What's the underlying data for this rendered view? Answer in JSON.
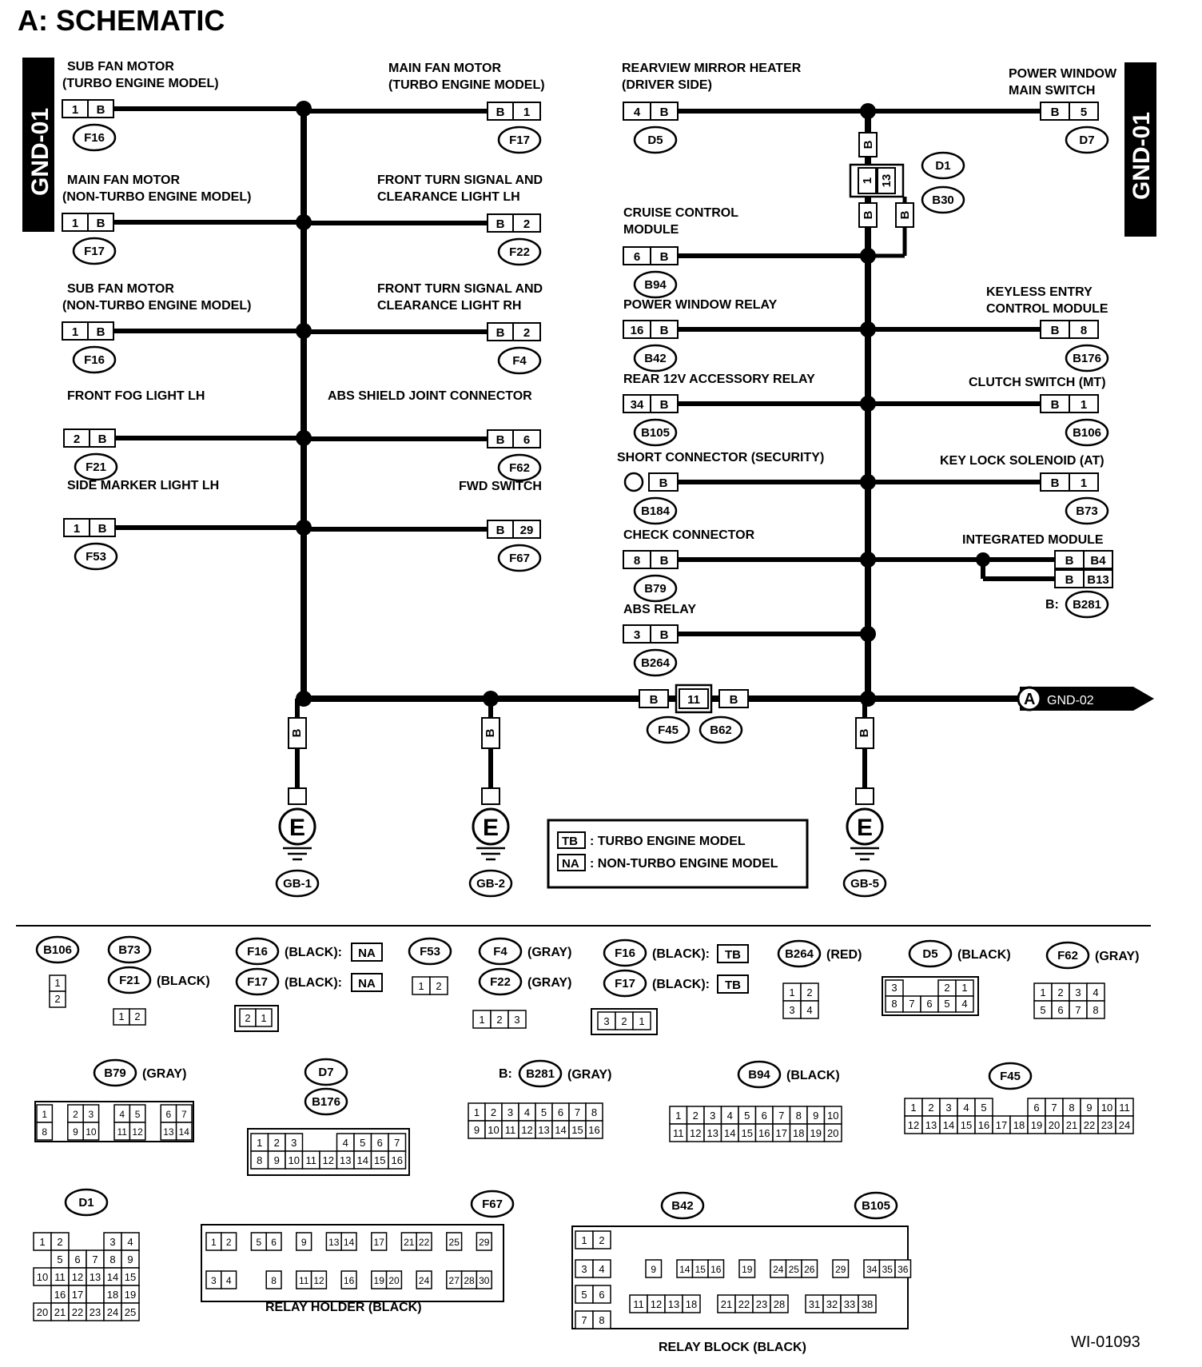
{
  "title": "A:  SCHEMATIC",
  "ground_label_side": "GND-01",
  "gnd02_letter": "A",
  "gnd02_label": "GND-02",
  "wire_color_code": "B",
  "left_side": [
    {
      "label1": "SUB FAN MOTOR",
      "label2": "(TURBO ENGINE MODEL)",
      "pin": "1",
      "conn": "F16"
    },
    {
      "label1": "MAIN FAN MOTOR",
      "label2": "(NON-TURBO ENGINE MODEL)",
      "pin": "1",
      "conn": "F17"
    },
    {
      "label1": "SUB FAN MOTOR",
      "label2": "(NON-TURBO ENGINE MODEL)",
      "pin": "1",
      "conn": "F16"
    },
    {
      "label1": "FRONT FOG LIGHT LH",
      "label2": "",
      "pin": "2",
      "conn": "F21"
    },
    {
      "label1": "SIDE MARKER LIGHT LH",
      "label2": "",
      "pin": "1",
      "conn": "F53"
    }
  ],
  "mid_right": [
    {
      "label1": "MAIN FAN MOTOR",
      "label2": "(TURBO ENGINE MODEL)",
      "pin": "1",
      "conn": "F17"
    },
    {
      "label1": "FRONT TURN SIGNAL AND",
      "label2": "CLEARANCE LIGHT LH",
      "pin": "2",
      "conn": "F22"
    },
    {
      "label1": "FRONT TURN SIGNAL AND",
      "label2": "CLEARANCE LIGHT RH",
      "pin": "2",
      "conn": "F4"
    },
    {
      "label1": "ABS SHIELD JOINT CONNECTOR",
      "label2": "",
      "pin": "6",
      "conn": "F62"
    },
    {
      "label1": "FWD SWITCH",
      "label2": "",
      "pin": "29",
      "conn": "F67"
    }
  ],
  "right_left": [
    {
      "label1": "REARVIEW MIRROR HEATER",
      "label2": "(DRIVER SIDE)",
      "pin": "4",
      "conn": "D5"
    },
    {
      "label1": "CRUISE CONTROL",
      "label2": "MODULE",
      "pin": "6",
      "conn": "B94"
    },
    {
      "label1": "POWER WINDOW RELAY",
      "label2": "",
      "pin": "16",
      "conn": "B42"
    },
    {
      "label1": "REAR 12V ACCESSORY RELAY",
      "label2": "",
      "pin": "34",
      "conn": "B105"
    },
    {
      "label1": "SHORT CONNECTOR (SECURITY)",
      "label2": "",
      "pin": "",
      "conn": "B184"
    },
    {
      "label1": "CHECK CONNECTOR",
      "label2": "",
      "pin": "8",
      "conn": "B79"
    },
    {
      "label1": "ABS RELAY",
      "label2": "",
      "pin": "3",
      "conn": "B264"
    }
  ],
  "right_right": [
    {
      "label1": "POWER WINDOW",
      "label2": "MAIN SWITCH",
      "pin": "5",
      "conn": "D7"
    },
    {
      "label1": "KEYLESS ENTRY",
      "label2": "CONTROL MODULE",
      "pin": "8",
      "conn": "B176"
    },
    {
      "label1": "CLUTCH SWITCH (MT)",
      "label2": "",
      "pin": "1",
      "conn": "B106"
    },
    {
      "label1": "KEY LOCK SOLENOID (AT)",
      "label2": "",
      "pin": "1",
      "conn": "B73"
    }
  ],
  "integrated": {
    "label": "INTEGRATED MODULE",
    "pin1": "B4",
    "pin2": "B13",
    "conn_prefix": "B:",
    "conn": "B281"
  },
  "joint": {
    "pin1": "1",
    "pin2": "13",
    "conn1": "D1",
    "conn2": "B30"
  },
  "harness_joint": {
    "pin": "11",
    "conn1": "F45",
    "conn2": "B62"
  },
  "grounds": [
    {
      "symbol": "E",
      "name": "GB-1"
    },
    {
      "symbol": "E",
      "name": "GB-2"
    },
    {
      "symbol": "E",
      "name": "GB-5"
    }
  ],
  "legend": [
    {
      "code": "TB",
      "text": ": TURBO ENGINE MODEL"
    },
    {
      "code": "NA",
      "text": ": NON-TURBO ENGINE MODEL"
    }
  ],
  "connectors": {
    "b106": "B106",
    "b73": "B73",
    "f21": "F21",
    "f21_color": "(BLACK)",
    "f16na": "F16",
    "f17na": "F17",
    "black": "(BLACK):",
    "na": "NA",
    "tb": "TB",
    "f53": "F53",
    "f4": "F4",
    "f22": "F22",
    "gray": "(GRAY)",
    "f16tb": "F16",
    "f17tb": "F17",
    "b264": "B264",
    "red": "(RED)",
    "d5": "D5",
    "black2": "(BLACK)",
    "f62": "F62",
    "b79": "B79",
    "d7": "D7",
    "b176": "B176",
    "b281_prefix": "B:",
    "b281": "B281",
    "b94": "B94",
    "f45": "F45",
    "d1": "D1",
    "f67": "F67",
    "b42": "B42",
    "b105": "B105",
    "relay_holder": "RELAY HOLDER (BLACK)",
    "relay_block": "RELAY BLOCK (BLACK)"
  },
  "footer_code": "WI-01093"
}
